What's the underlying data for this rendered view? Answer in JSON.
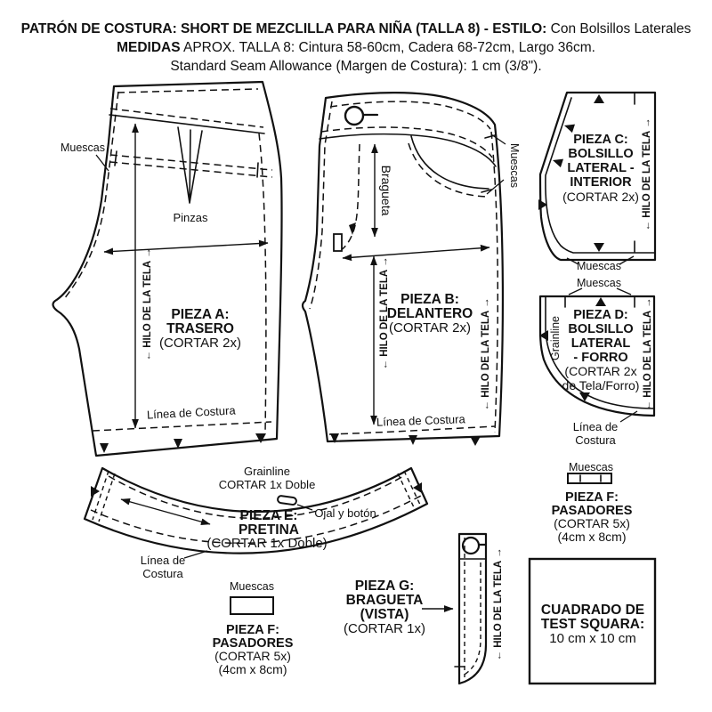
{
  "header": {
    "line1_bold": "PATRÓN DE COSTURA: SHORT DE MEZCLILLA PARA NIÑA (TALLA 8) - ESTILO:",
    "line1_rest": "Con Bolsillos Laterales",
    "line2_bold": "MEDIDAS",
    "line2_rest": "APROX. TALLA 8: Cintura 58-60cm, Cadera 68-72cm, Largo 36cm.",
    "line3": "Standard Seam Allowance (Margen de Costura): 1 cm (3/8\")."
  },
  "labels": {
    "muescas": "Muescas",
    "pinzas": "Pinzas",
    "bragueta": "Bragueta",
    "grainline": "Grainline",
    "hilo": "← HILO DE LA TELA →",
    "linea_costura": "Línea de Costura",
    "linea_de": "Línea de",
    "costura": "Costura",
    "ojal": "Ojal y botón",
    "cortar_doble": "CORTAR 1x Doble"
  },
  "piece_a": {
    "name": "PIEZA A:",
    "type": "TRASERO",
    "cut": "(CORTAR 2x)"
  },
  "piece_b": {
    "name": "PIEZA B:",
    "type": "DELANTERO",
    "cut": "(CORTAR 2x)"
  },
  "piece_c": {
    "name": "PIEZA C:",
    "l1": "BOLSILLO",
    "l2": "LATERAL -",
    "l3": "INTERIOR",
    "cut": "(CORTAR 2x)"
  },
  "piece_d": {
    "name": "PIEZA D:",
    "l1": "BOLSILLO",
    "l2": "LATERAL",
    "l3": "- FORRO",
    "cut1": "(CORTAR 2x",
    "cut2": "de Tela/Forro)"
  },
  "piece_e": {
    "name": "PIEZA E:",
    "type": "PRETINA",
    "cut": "(CORTAR 1x Doble)"
  },
  "piece_f1": {
    "name": "PIEZA F:",
    "type": "PASADORES",
    "cut": "(CORTAR 5x)",
    "size": "(4cm x 8cm)"
  },
  "piece_f2": {
    "name": "PIEZA F:",
    "type": "PASADORES",
    "cut": "(CORTAR 5x)",
    "size": "(4cm x 8cm)"
  },
  "piece_g": {
    "name": "PIEZA G:",
    "type": "BRAGUETA",
    "l3": "(VISTA)",
    "cut": "(CORTAR 1x)"
  },
  "test_square": {
    "l1": "CUADRADO DE",
    "l2": "TEST SQUARA:",
    "l3": "10 cm x 10 cm"
  }
}
